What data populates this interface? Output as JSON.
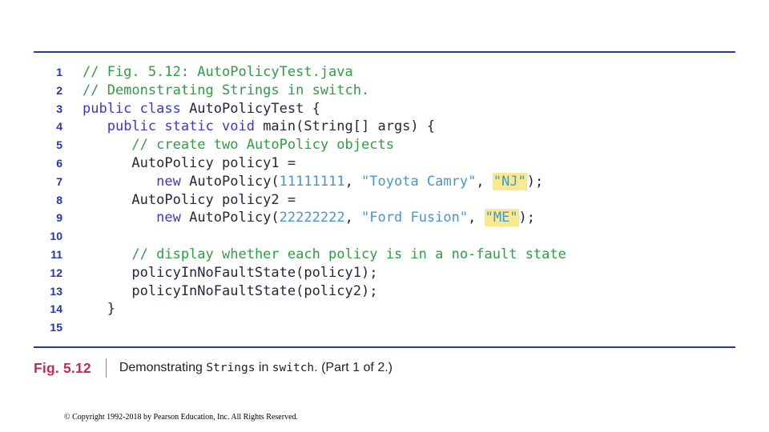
{
  "colors": {
    "rule": "#2b3a8f",
    "line_number": "#2334b5",
    "keyword": "#3a3ac6",
    "code": "#26263e",
    "comment": "#2e9e41",
    "literal": "#4596d3",
    "highlight_bg": "#fae98c",
    "caption_red": "#c42b4f"
  },
  "code": {
    "language": "java",
    "lines": [
      {
        "n": "1",
        "segments": [
          {
            "t": "// Fig. 5.12: AutoPolicyTest.java",
            "c": "comment"
          }
        ]
      },
      {
        "n": "2",
        "segments": [
          {
            "t": "// Demonstrating Strings in switch.",
            "c": "comment"
          }
        ]
      },
      {
        "n": "3",
        "segments": [
          {
            "t": "public class",
            "c": "keyword"
          },
          {
            "t": " AutoPolicyTest {",
            "c": "code"
          }
        ]
      },
      {
        "n": "4",
        "segments": [
          {
            "t": "   ",
            "c": "code"
          },
          {
            "t": "public static void",
            "c": "keyword"
          },
          {
            "t": " main(String[] args) {",
            "c": "code"
          }
        ]
      },
      {
        "n": "5",
        "segments": [
          {
            "t": "      ",
            "c": "code"
          },
          {
            "t": "// create two AutoPolicy objects",
            "c": "comment"
          }
        ]
      },
      {
        "n": "6",
        "segments": [
          {
            "t": "      AutoPolicy policy1 =",
            "c": "code"
          }
        ]
      },
      {
        "n": "7",
        "segments": [
          {
            "t": "         ",
            "c": "code"
          },
          {
            "t": "new",
            "c": "keyword"
          },
          {
            "t": " AutoPolicy(",
            "c": "code"
          },
          {
            "t": "11111111",
            "c": "literal"
          },
          {
            "t": ", ",
            "c": "code"
          },
          {
            "t": "\"Toyota Camry\"",
            "c": "literal"
          },
          {
            "t": ", ",
            "c": "code"
          },
          {
            "t": "\"NJ\"",
            "c": "highlight"
          },
          {
            "t": ");",
            "c": "code"
          }
        ]
      },
      {
        "n": "8",
        "segments": [
          {
            "t": "      AutoPolicy policy2 =",
            "c": "code"
          }
        ]
      },
      {
        "n": "9",
        "segments": [
          {
            "t": "         ",
            "c": "code"
          },
          {
            "t": "new",
            "c": "keyword"
          },
          {
            "t": " AutoPolicy(",
            "c": "code"
          },
          {
            "t": "22222222",
            "c": "literal"
          },
          {
            "t": ", ",
            "c": "code"
          },
          {
            "t": "\"Ford Fusion\"",
            "c": "literal"
          },
          {
            "t": ", ",
            "c": "code"
          },
          {
            "t": "\"ME\"",
            "c": "highlight"
          },
          {
            "t": ");",
            "c": "code"
          }
        ]
      },
      {
        "n": "10",
        "segments": []
      },
      {
        "n": "11",
        "segments": [
          {
            "t": "      ",
            "c": "code"
          },
          {
            "t": "// display whether each policy is in a no-fault state",
            "c": "comment"
          }
        ]
      },
      {
        "n": "12",
        "segments": [
          {
            "t": "      policyInNoFaultState(policy1);",
            "c": "code"
          }
        ]
      },
      {
        "n": "13",
        "segments": [
          {
            "t": "      policyInNoFaultState(policy2);",
            "c": "code"
          }
        ]
      },
      {
        "n": "14",
        "segments": [
          {
            "t": "   }",
            "c": "code"
          }
        ]
      },
      {
        "n": "15",
        "segments": []
      }
    ]
  },
  "caption": {
    "figure_label": "Fig. 5.12",
    "segments": [
      {
        "t": "Demonstrating ",
        "c": "sans"
      },
      {
        "t": "Strings",
        "c": "mono"
      },
      {
        "t": " in ",
        "c": "sans"
      },
      {
        "t": "switch",
        "c": "mono"
      },
      {
        "t": ". (Part 1 of 2.)",
        "c": "sans"
      }
    ]
  },
  "footer": {
    "copyright": "© Copyright 1992-2018 by Pearson Education, Inc. All Rights Reserved."
  }
}
